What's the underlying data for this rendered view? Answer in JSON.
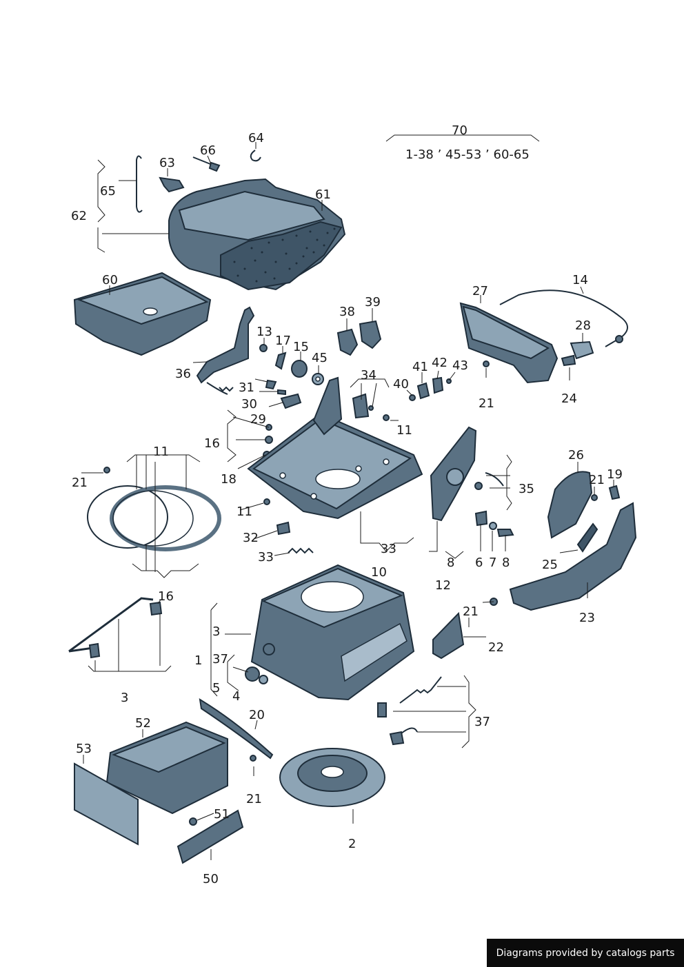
{
  "group_label": {
    "number": "70",
    "range": "1-38 ’ 45-53 ’ 60-65"
  },
  "callouts": {
    "c1": "1",
    "c2": "2",
    "c3a": "3",
    "c3b": "3",
    "c4": "4",
    "c5": "5",
    "c6": "6",
    "c7": "7",
    "c8a": "8",
    "c8b": "8",
    "c10": "10",
    "c11a": "11",
    "c11b": "11",
    "c11c": "11",
    "c12": "12",
    "c13": "13",
    "c14": "14",
    "c15": "15",
    "c16a": "16",
    "c16b": "16",
    "c17": "17",
    "c18": "18",
    "c19": "19",
    "c20": "20",
    "c21a": "21",
    "c21b": "21",
    "c21c": "21",
    "c21d": "21",
    "c21e": "21",
    "c22": "22",
    "c23": "23",
    "c24": "24",
    "c25": "25",
    "c26": "26",
    "c27": "27",
    "c28": "28",
    "c29": "29",
    "c30": "30",
    "c31": "31",
    "c32": "32",
    "c33a": "33",
    "c33b": "33",
    "c34": "34",
    "c35": "35",
    "c36": "36",
    "c37a": "37",
    "c37b": "37",
    "c38": "38",
    "c39": "39",
    "c40": "40",
    "c41": "41",
    "c42": "42",
    "c43": "43",
    "c45": "45",
    "c50": "50",
    "c51": "51",
    "c52": "52",
    "c53": "53",
    "c60": "60",
    "c61": "61",
    "c62": "62",
    "c63": "63",
    "c64": "64",
    "c65": "65",
    "c66": "66"
  },
  "footer": {
    "text": "Diagrams provided by catalogs parts"
  },
  "colors": {
    "part": "#5a7183",
    "part_light": "#8da4b5",
    "outline": "#1e2d3a",
    "footer_bg": "#0b0b0b"
  }
}
